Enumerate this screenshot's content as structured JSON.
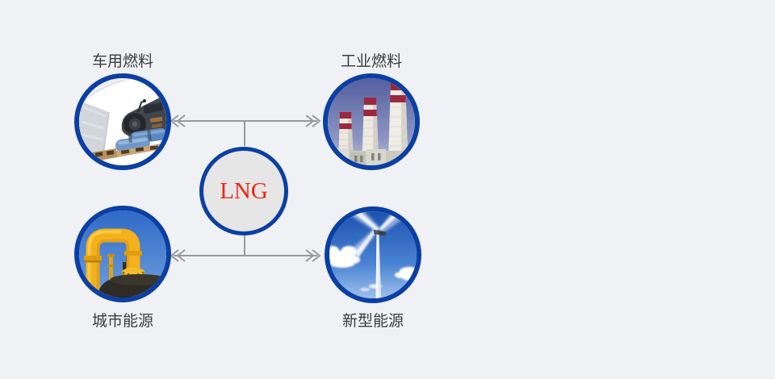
{
  "page": {
    "background": "#f0f1f5"
  },
  "diagram": {
    "center": {
      "label": "LNG",
      "fill": "#e6e6e6",
      "border_color": "#0b3fa3",
      "label_color": "#ee2413"
    },
    "connector_color": "#999999",
    "node_border_color": "#0b3fa3",
    "label_color": "#3c3c3c",
    "nodes": [
      {
        "label": "车用燃料",
        "icon": "car-engine-photo",
        "position": "top-left"
      },
      {
        "label": "工业燃料",
        "icon": "power-plant-chimneys-photo",
        "position": "top-right"
      },
      {
        "label": "城市能源",
        "icon": "city-gas-pipeline-photo",
        "position": "bottom-left"
      },
      {
        "label": "新型能源",
        "icon": "wind-turbine-photo",
        "position": "bottom-right"
      }
    ]
  }
}
